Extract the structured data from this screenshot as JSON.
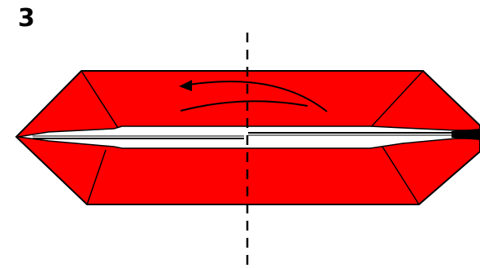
{
  "step": {
    "number": "3"
  },
  "colors": {
    "paper": "#ff0000",
    "line": "#000000",
    "background": "#ffffff",
    "gap": "#ffffff"
  },
  "diagram": {
    "shape": "hexagonal-flat-model",
    "fold_line": "vertical-center",
    "arrow": "fold-over-left"
  }
}
